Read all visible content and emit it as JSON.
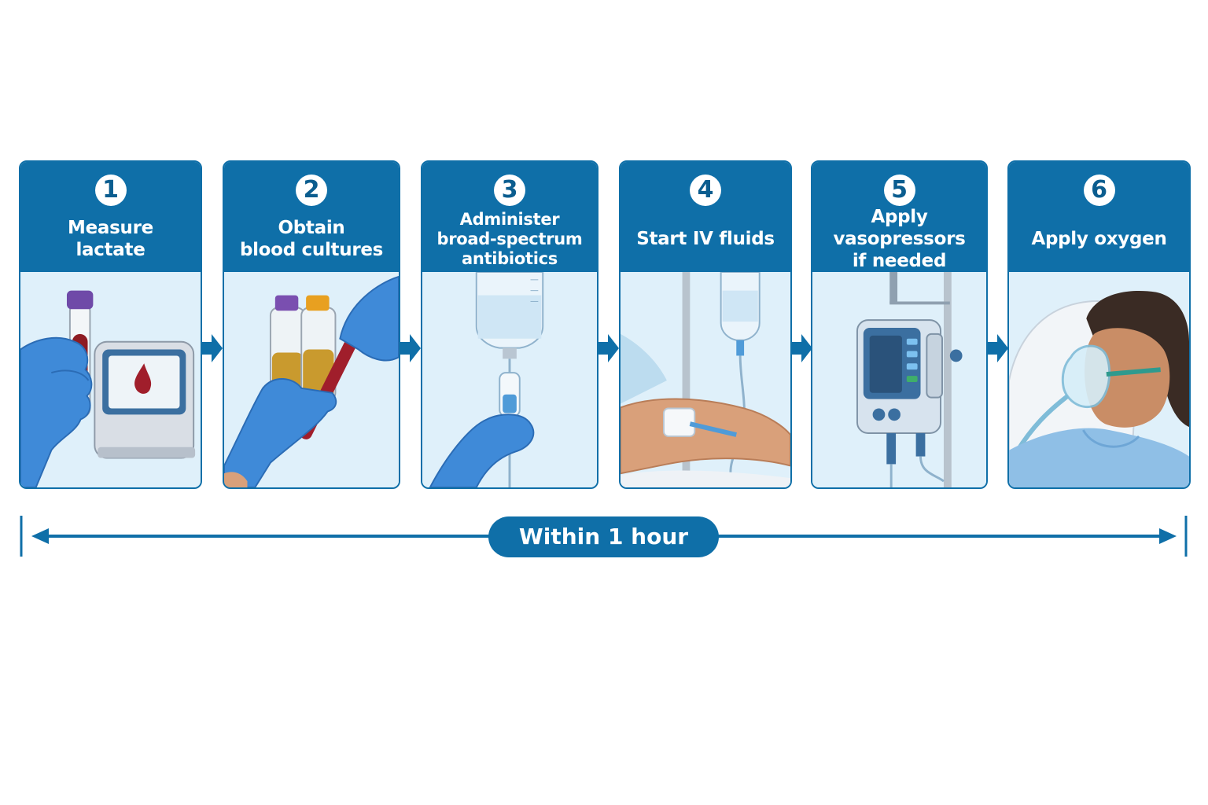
{
  "colors": {
    "accent": "#0f6fa8",
    "panel_bg": "#e0f0fa",
    "glove": "#3f8ad8"
  },
  "steps": [
    {
      "number": "1",
      "label": "Measure\nlactate",
      "icon": "lactate-analyzer-icon"
    },
    {
      "number": "2",
      "label": "Obtain\nblood cultures",
      "icon": "blood-culture-bottles-icon"
    },
    {
      "number": "3",
      "label": "Administer\nbroad-spectrum\nantibiotics",
      "icon": "iv-bag-icon"
    },
    {
      "number": "4",
      "label": "Start IV fluids",
      "icon": "iv-fluids-arm-icon"
    },
    {
      "number": "5",
      "label": "Apply vasopressors\nif needed",
      "icon": "infusion-pump-icon"
    },
    {
      "number": "6",
      "label": "Apply oxygen",
      "icon": "oxygen-mask-icon"
    }
  ],
  "timeline": {
    "label": "Within 1 hour"
  }
}
